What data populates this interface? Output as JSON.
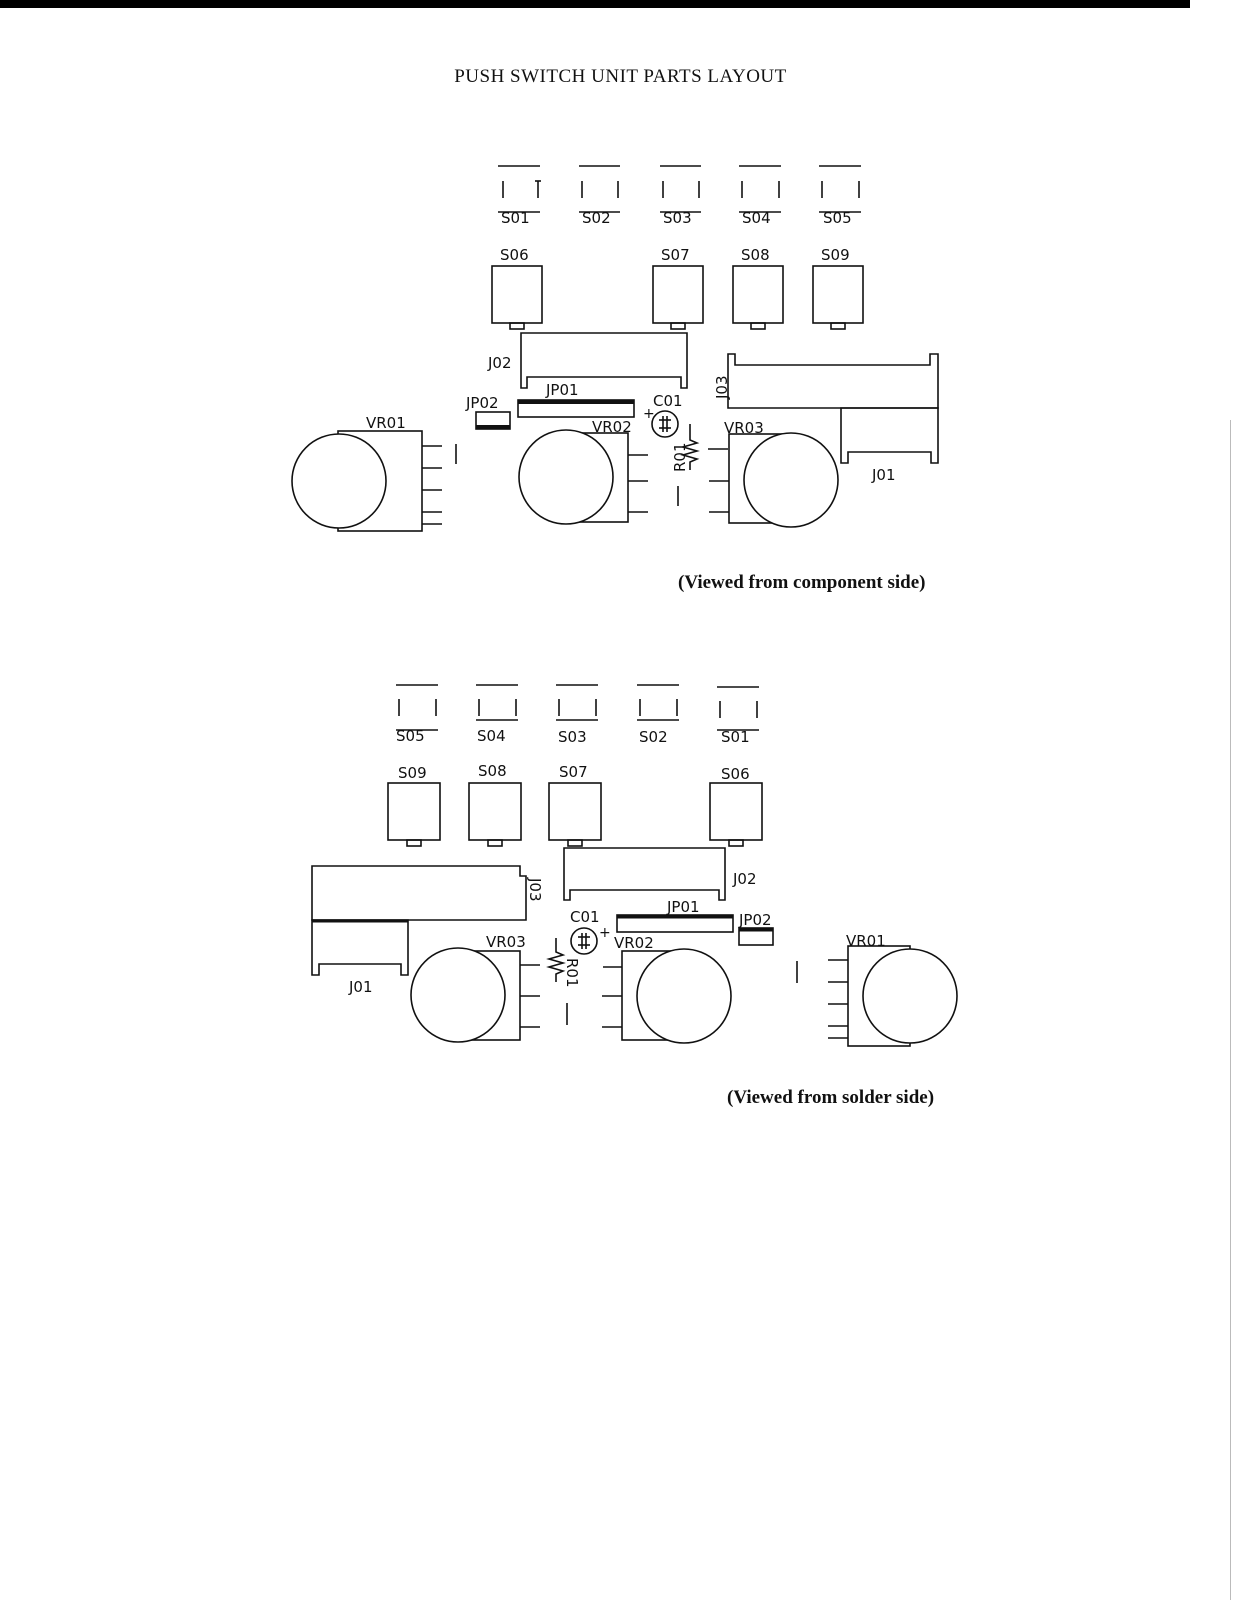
{
  "title": "PUSH SWITCH UNIT PARTS LAYOUT",
  "diagrams": [
    {
      "caption": "(Viewed from component side)",
      "labels": {
        "s01": "S01",
        "s02": "S02",
        "s03": "S03",
        "s04": "S04",
        "s05": "S05",
        "s06": "S06",
        "s07": "S07",
        "s08": "S08",
        "s09": "S09",
        "j01": "J01",
        "j02": "J02",
        "j03": "J03",
        "jp01": "JP01",
        "jp02": "JP02",
        "c01": "C01",
        "r01": "R01",
        "vr01": "VR01",
        "vr02": "VR02",
        "vr03": "VR03"
      }
    },
    {
      "caption": "(Viewed from solder side)",
      "labels": {
        "s01": "S01",
        "s02": "S02",
        "s03": "S03",
        "s04": "S04",
        "s05": "S05",
        "s06": "S06",
        "s07": "S07",
        "s08": "S08",
        "s09": "S09",
        "j01": "J01",
        "j02": "J02",
        "j03": "J03",
        "jp01": "JP01",
        "jp02": "JP02",
        "c01": "C01",
        "r01": "R01",
        "vr01": "VR01",
        "vr02": "VR02",
        "vr03": "VR03"
      }
    }
  ]
}
